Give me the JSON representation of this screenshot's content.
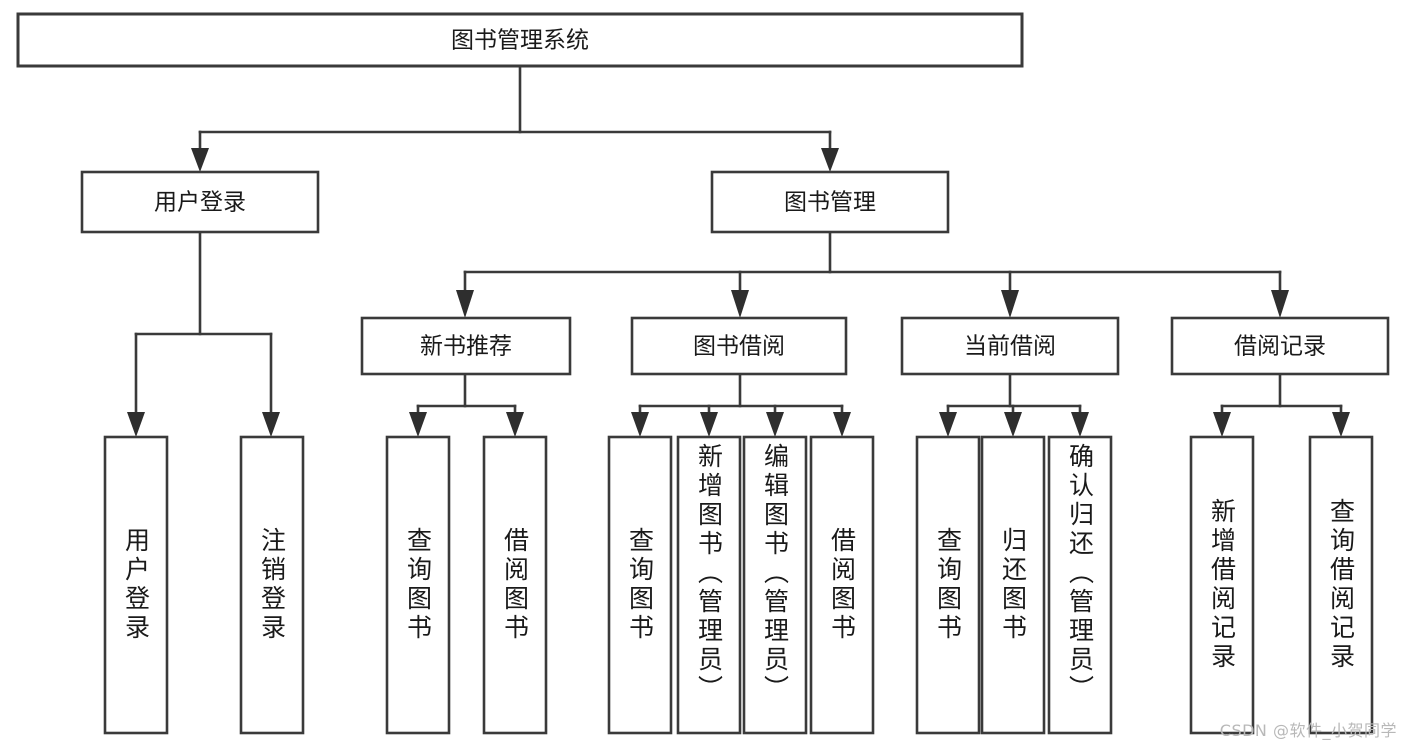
{
  "diagram": {
    "title": "图书管理系统",
    "type": "tree-hierarchy-diagram",
    "watermark": "CSDN @软件_小贺同学",
    "colors": {
      "box_stroke": "#3a3a3a",
      "box_fill": "#ffffff",
      "text": "#1a1a1a",
      "connector": "#3a3a3a",
      "watermark": "#b8b8b8",
      "background": "#ffffff"
    },
    "levels": {
      "level0": "根节点",
      "level1": "主模块",
      "level2": "子模块",
      "level3": "功能项"
    }
  },
  "nodes": {
    "root": {
      "label": "图书管理系统",
      "orientation": "horizontal"
    },
    "level1": [
      {
        "id": "user-login",
        "label": "用户登录",
        "orientation": "horizontal"
      },
      {
        "id": "book-manage",
        "label": "图书管理",
        "orientation": "horizontal"
      }
    ],
    "level2": [
      {
        "id": "new-book-recommend",
        "label": "新书推荐",
        "orientation": "horizontal"
      },
      {
        "id": "book-borrow",
        "label": "图书借阅",
        "orientation": "horizontal"
      },
      {
        "id": "current-borrow",
        "label": "当前借阅",
        "orientation": "horizontal"
      },
      {
        "id": "borrow-record",
        "label": "借阅记录",
        "orientation": "horizontal"
      }
    ],
    "leaves": {
      "user-login": [
        {
          "id": "leaf-user-login",
          "label": "用户登录",
          "orientation": "vertical"
        },
        {
          "id": "leaf-logout",
          "label": "注销登录",
          "orientation": "vertical"
        }
      ],
      "new-book-recommend": [
        {
          "id": "leaf-query-book-1",
          "label": "查询图书",
          "orientation": "vertical"
        },
        {
          "id": "leaf-borrow-book-1",
          "label": "借阅图书",
          "orientation": "vertical"
        }
      ],
      "book-borrow": [
        {
          "id": "leaf-query-book-2",
          "label": "查询图书",
          "orientation": "vertical"
        },
        {
          "id": "leaf-add-book",
          "label": "新增图书（管理员）",
          "orientation": "vertical"
        },
        {
          "id": "leaf-edit-book",
          "label": "编辑图书（管理员）",
          "orientation": "vertical"
        },
        {
          "id": "leaf-borrow-book-2",
          "label": "借阅图书",
          "orientation": "vertical"
        }
      ],
      "current-borrow": [
        {
          "id": "leaf-query-book-3",
          "label": "查询图书",
          "orientation": "vertical"
        },
        {
          "id": "leaf-return-book",
          "label": "归还图书",
          "orientation": "vertical"
        },
        {
          "id": "leaf-confirm-return",
          "label": "确认归还（管理员）",
          "orientation": "vertical"
        }
      ],
      "borrow-record": [
        {
          "id": "leaf-add-record",
          "label": "新增借阅记录",
          "orientation": "vertical"
        },
        {
          "id": "leaf-query-record",
          "label": "查询借阅记录",
          "orientation": "vertical"
        }
      ]
    }
  }
}
